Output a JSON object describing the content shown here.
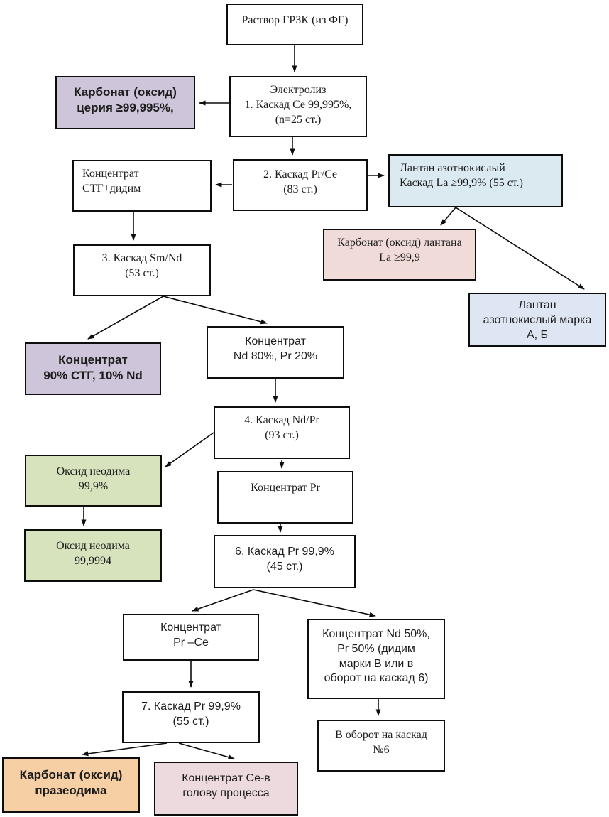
{
  "diagram": {
    "language": "ru",
    "nodes": {
      "n1": {
        "lines": [
          "Раствор ГРЗК (из ФГ)"
        ]
      },
      "n2": {
        "lines": [
          "Электролиз",
          "1. Каскад Се 99,995%,",
          "(n=25 ст.)"
        ]
      },
      "n3": {
        "lines": [
          "Карбонат (оксид)",
          "церия ≥99,995%,"
        ]
      },
      "n4": {
        "lines": [
          "Концентрат",
          "СТГ+дидим"
        ]
      },
      "n5": {
        "lines": [
          "2.  Каскад Pr/Ce",
          "(83 ст.)"
        ]
      },
      "n6": {
        "lines": [
          "Лантан азотнокислый",
          "Каскад La ≥99,9% (55 ст.)"
        ]
      },
      "n7": {
        "lines": [
          "Карбонат (оксид) лантана",
          "La ≥99,9"
        ]
      },
      "n8": {
        "lines": [
          "Лантан",
          "азотнокислый марка",
          "А, Б"
        ]
      },
      "n9": {
        "lines": [
          "3. Каскад Sm/Nd",
          "(53 ст.)"
        ]
      },
      "n10": {
        "lines": [
          "Концентрат",
          "90% СТГ, 10% Nd"
        ]
      },
      "n11": {
        "lines": [
          "Концентрат",
          "Nd 80%, Pr 20%"
        ]
      },
      "n12": {
        "lines": [
          "4. Каскад Nd/Pr",
          "(93 ст.)"
        ]
      },
      "n13": {
        "lines": [
          "Оксид неодима",
          "99,9%"
        ]
      },
      "n14": {
        "lines": [
          "Концентрат Pr"
        ]
      },
      "n15": {
        "lines": [
          "Оксид неодима",
          "99,9994"
        ]
      },
      "n16": {
        "lines": [
          "6. Каскад Pr 99,9%",
          "(45 ст.)"
        ]
      },
      "n17": {
        "lines": [
          "Концентрат",
          "Pr –Се"
        ]
      },
      "n18": {
        "lines": [
          "Концентрат Nd 50%,",
          "Pr 50% (дидим",
          "марки В или в",
          "оборот на каскад 6)"
        ]
      },
      "n19": {
        "lines": [
          "7. Каскад Pr 99,9%",
          "(55 ст.)"
        ]
      },
      "n20": {
        "lines": [
          "В оборот на каскад",
          "№6"
        ]
      },
      "n21": {
        "lines": [
          "Карбонат (оксид)",
          "празеодима"
        ]
      },
      "n22": {
        "lines": [
          "Концентрат Се-в",
          "голову процесса"
        ]
      }
    },
    "edges": [
      {
        "from": "n1",
        "to": "n2"
      },
      {
        "from": "n2",
        "to": "n3"
      },
      {
        "from": "n2",
        "to": "n5"
      },
      {
        "from": "n5",
        "to": "n4"
      },
      {
        "from": "n5",
        "to": "n6"
      },
      {
        "from": "n4",
        "to": "n9"
      },
      {
        "from": "n6",
        "to": "n7"
      },
      {
        "from": "n6",
        "to": "n8"
      },
      {
        "from": "n9",
        "to": "n10"
      },
      {
        "from": "n9",
        "to": "n11"
      },
      {
        "from": "n11",
        "to": "n12"
      },
      {
        "from": "n12",
        "to": "n13"
      },
      {
        "from": "n12",
        "to": "n14"
      },
      {
        "from": "n13",
        "to": "n15"
      },
      {
        "from": "n14",
        "to": "n16"
      },
      {
        "from": "n16",
        "to": "n17"
      },
      {
        "from": "n16",
        "to": "n18"
      },
      {
        "from": "n17",
        "to": "n19"
      },
      {
        "from": "n18",
        "to": "n20"
      },
      {
        "from": "n19",
        "to": "n21"
      },
      {
        "from": "n19",
        "to": "n22"
      }
    ],
    "colors": {
      "purple": "#cfc5da",
      "light_blue": "#dbe9f1",
      "blue_gray": "#dde6f2",
      "pink": "#f0dbd9",
      "green": "#d6e3bc",
      "orange": "#f7cfa4",
      "rose": "#eddade",
      "line": "#0d0d0d"
    }
  }
}
